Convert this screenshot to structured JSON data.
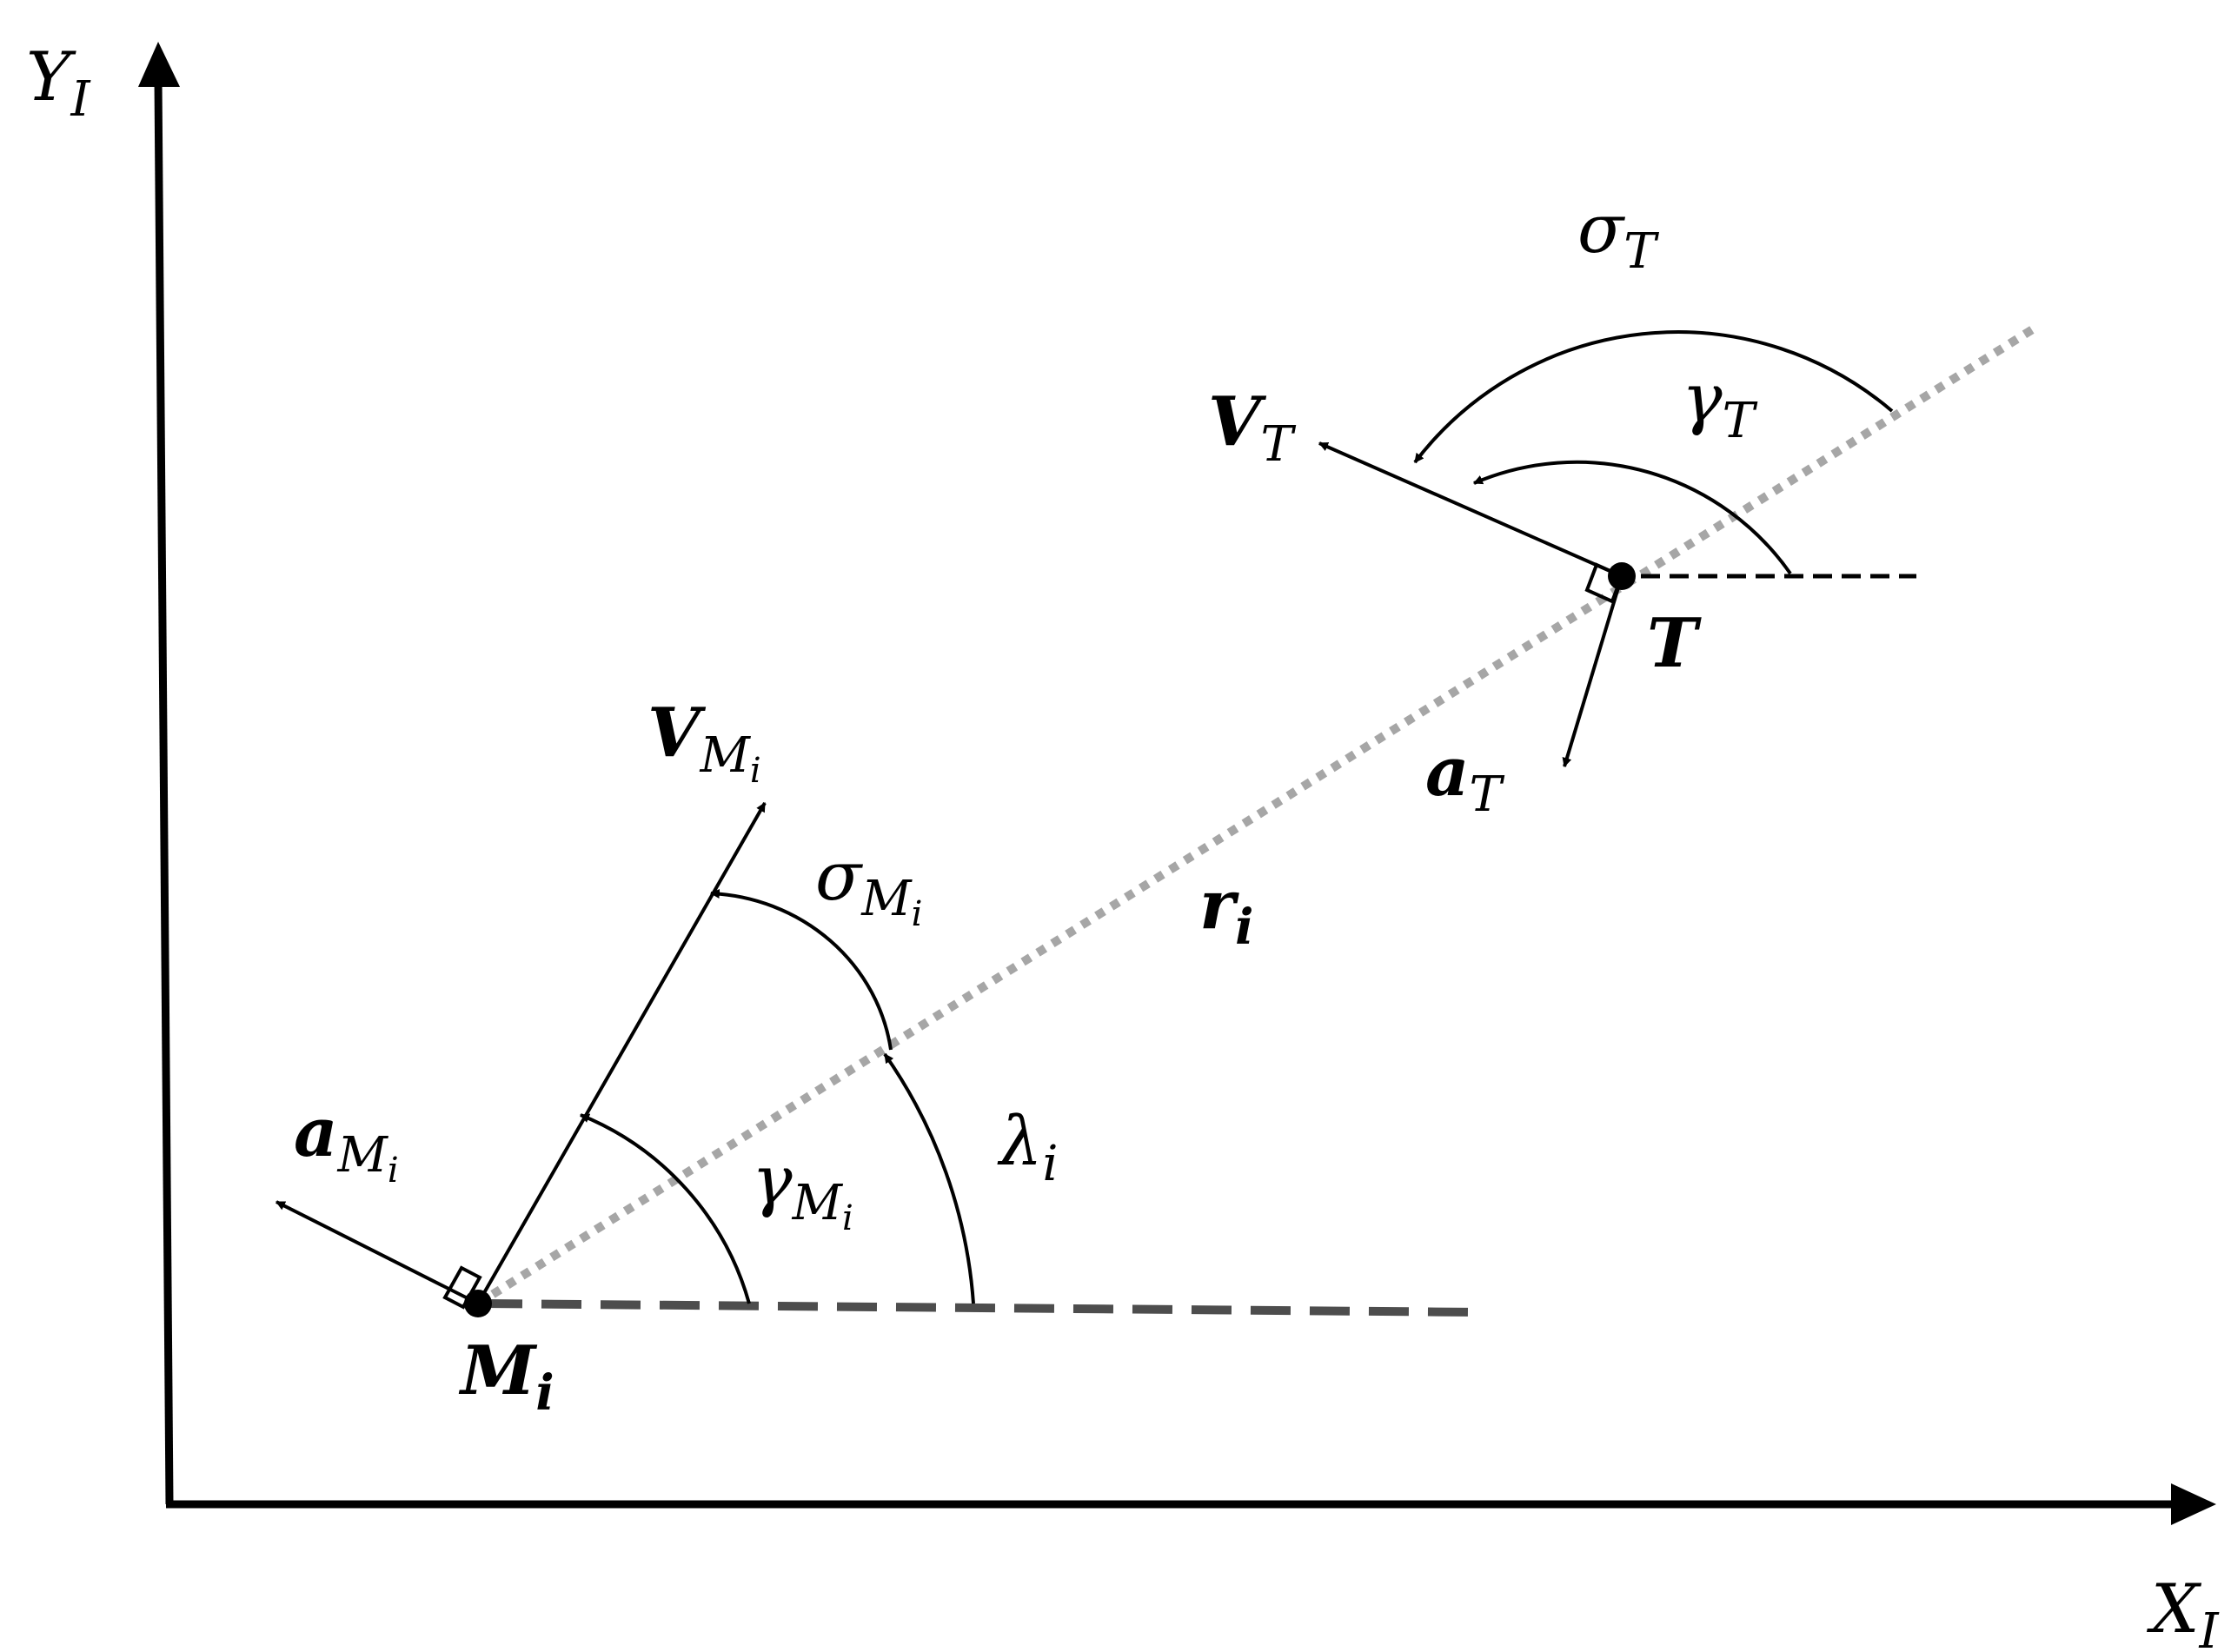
{
  "labels": {
    "y_axis": {
      "main": "Y",
      "sub": "I"
    },
    "x_axis": {
      "main": "X",
      "sub": "I"
    },
    "missile": {
      "main": "M",
      "sub": "i"
    },
    "target": {
      "main": "T"
    },
    "range": {
      "main": "r",
      "sub": "i"
    },
    "missile_velocity": {
      "main": "V",
      "sub": "M",
      "subsub": "i"
    },
    "missile_accel": {
      "main": "a",
      "sub": "M",
      "subsub": "i"
    },
    "target_velocity": {
      "main": "V",
      "sub": "T"
    },
    "target_accel": {
      "main": "a",
      "sub": "T"
    },
    "missile_flight_path_angle": {
      "main": "γ",
      "sub": "M",
      "subsub": "i"
    },
    "missile_lead_angle": {
      "main": "σ",
      "sub": "M",
      "subsub": "i"
    },
    "los_angle": {
      "main": "λ",
      "sub": "i"
    },
    "target_flight_path_angle": {
      "main": "γ",
      "sub": "T"
    },
    "target_lead_angle": {
      "main": "σ",
      "sub": "T"
    }
  },
  "colors": {
    "stroke": "#000000",
    "los_dotted": "#a6a6a6",
    "missile_reference": "#4d4d4d"
  }
}
